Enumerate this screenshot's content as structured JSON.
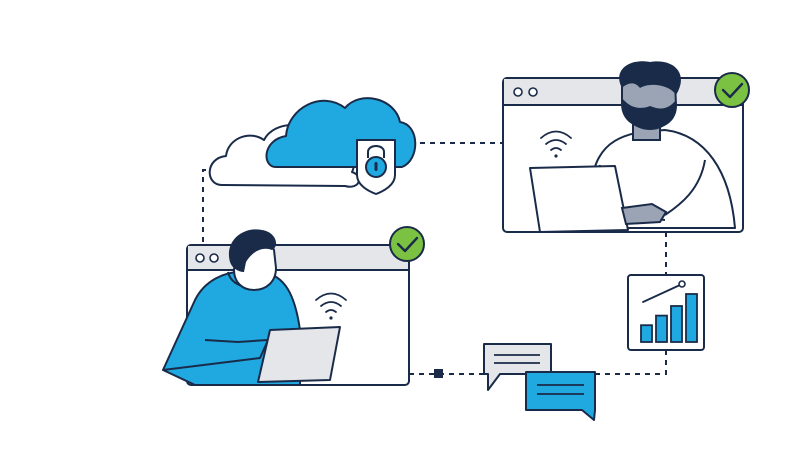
{
  "illustration": {
    "colors": {
      "navy": "#1a2b49",
      "sky_blue": "#1fa9e0",
      "check_green": "#7cc242",
      "window_bar": "#e4e6ea",
      "skin_grey": "#9aa4b4",
      "white": "#ffffff"
    },
    "elements": {
      "cloud": "cloud-icon",
      "padlock": "padlock-shield-icon",
      "remote_window_left": "browser-window-left",
      "remote_window_right": "browser-window-right",
      "verified_badges": "check-icon",
      "wifi": "wifi-icon",
      "chat": "chat-bubbles-icon",
      "chart": "bar-chart-icon"
    },
    "chart_icon": {
      "bar_levels": [
        0.35,
        0.55,
        0.75,
        1.0
      ]
    }
  }
}
